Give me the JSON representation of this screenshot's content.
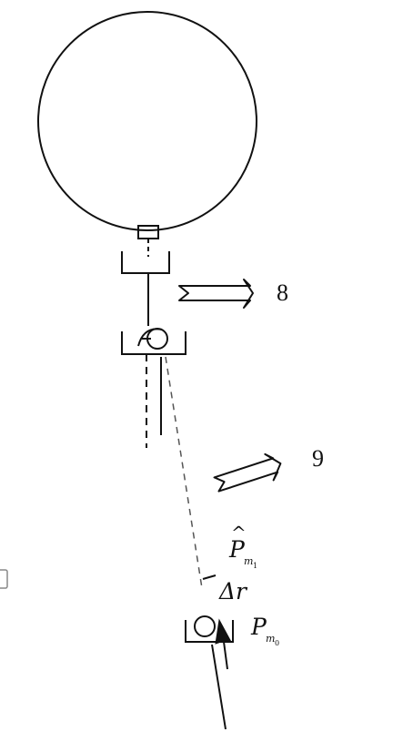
{
  "labels": {
    "arrow_upper": "8",
    "arrow_lower": "9",
    "estimate_symbol": "P",
    "estimate_hat": "^",
    "estimate_sub": "m",
    "estimate_subsub": "1",
    "delta": "Δr",
    "measured_symbol": "P",
    "measured_sub": "m",
    "measured_subsub": "0"
  },
  "colors": {
    "ink": "#111111",
    "arrow_fill": "#ffffff"
  }
}
